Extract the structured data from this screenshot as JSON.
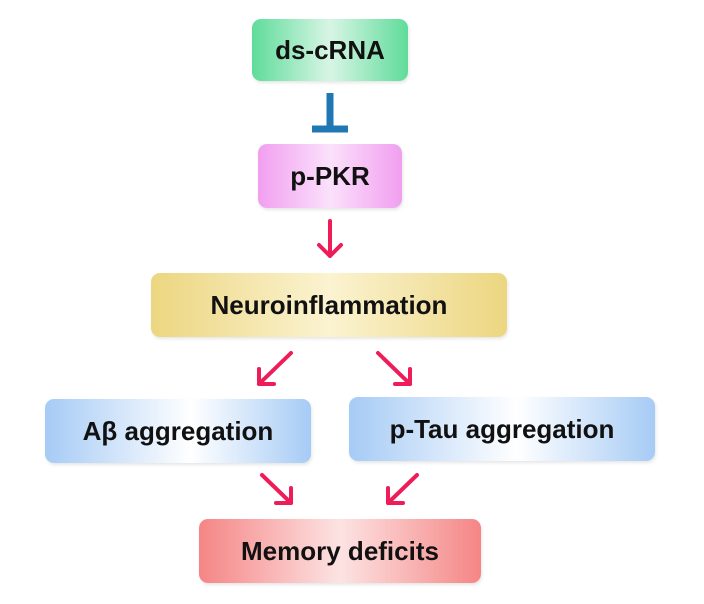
{
  "diagram": {
    "nodes": {
      "dscrna": "ds-cRNA",
      "ppkr": "p-PKR",
      "neuroinflammation": "Neuroinflammation",
      "abeta": "Aβ aggregation",
      "ptau": "p-Tau aggregation",
      "memory": "Memory deficits"
    },
    "edges": [
      {
        "from": "ds-cRNA",
        "to": "p-PKR",
        "type": "inhibition",
        "color": "#1f78b4"
      },
      {
        "from": "p-PKR",
        "to": "Neuroinflammation",
        "type": "activation",
        "color": "#ee1d5a"
      },
      {
        "from": "Neuroinflammation",
        "to": "Aβ aggregation",
        "type": "activation",
        "color": "#ee1d5a"
      },
      {
        "from": "Neuroinflammation",
        "to": "p-Tau aggregation",
        "type": "activation",
        "color": "#ee1d5a"
      },
      {
        "from": "Aβ aggregation",
        "to": "Memory deficits",
        "type": "activation",
        "color": "#ee1d5a"
      },
      {
        "from": "p-Tau aggregation",
        "to": "Memory deficits",
        "type": "activation",
        "color": "#ee1d5a"
      }
    ]
  }
}
